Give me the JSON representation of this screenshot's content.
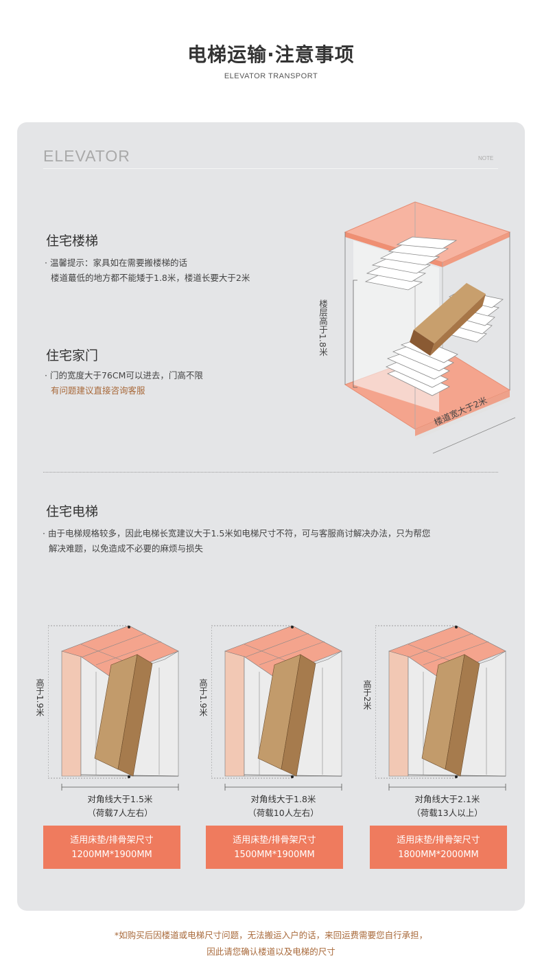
{
  "header": {
    "title": "电梯运输·注意事项",
    "subtitle": "ELEVATOR TRANSPORT"
  },
  "card": {
    "label": "ELEVATOR",
    "note": "NOTE"
  },
  "stairs": {
    "title": "住宅楼梯",
    "line1": "· 温馨提示：家具如在需要搬楼梯的话",
    "line2": "楼道蕞低的地方都不能矮于1.8米，楼道长要大于2米",
    "height_label": "楼层高于1.8米",
    "width_label": "楼道宽大于2米"
  },
  "door": {
    "title": "住宅家门",
    "line1": "· 门的宽度大于76CM可以进去，门高不限",
    "line2": "有问题建议直接咨询客服"
  },
  "elevator": {
    "title": "住宅电梯",
    "line1": "· 由于电梯规格较多，因此电梯长宽建议大于1.5米如电梯尺寸不符，可与客服商讨解决办法，只为帮您",
    "line2": "解决难题，以免造成不必要的麻烦与损失"
  },
  "units": [
    {
      "height_label": "高于1.9米",
      "diag_line1": "对角线大于1.5米",
      "diag_line2": "（荷载7人左右）",
      "btn_line1": "适用床垫/排骨架尺寸",
      "btn_line2": "1200MM*1900MM"
    },
    {
      "height_label": "高于1.9米",
      "diag_line1": "对角线大于1.8米",
      "diag_line2": "（荷载10人左右）",
      "btn_line1": "适用床垫/排骨架尺寸",
      "btn_line2": "1500MM*1900MM"
    },
    {
      "height_label": "高于2米",
      "diag_line1": "对角线大于2.1米",
      "diag_line2": "（荷载13人以上）",
      "btn_line1": "适用床垫/排骨架尺寸",
      "btn_line2": "1800MM*2000MM"
    }
  ],
  "footer": {
    "line1": "*如购买后因楼道或电梯尺寸问题，无法搬运入户的话，来回运费需要您自行承担，",
    "line2": "因此请您确认楼道以及电梯的尺寸"
  },
  "colors": {
    "card_bg": "#e4e5e7",
    "accent_orange": "#ef7b5e",
    "salmon": "#f4a48d",
    "box_brown": "#b89569",
    "note_brown": "#a8693a"
  }
}
